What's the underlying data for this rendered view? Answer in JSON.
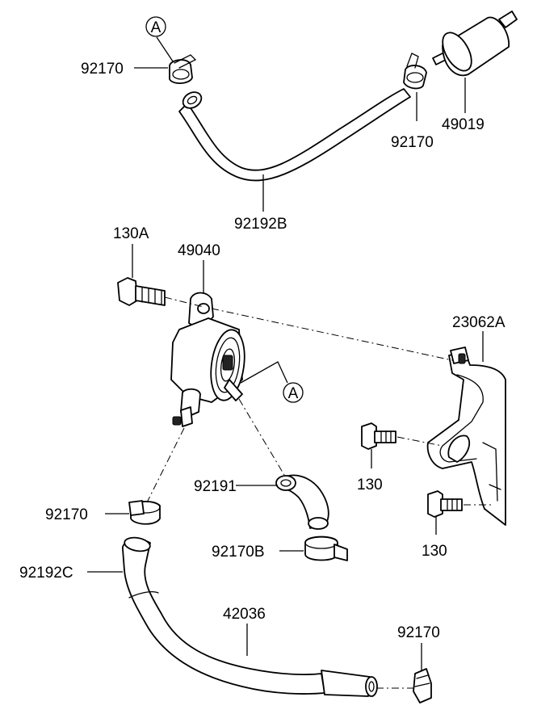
{
  "labels": {
    "clamp_top_left": "92170",
    "ref_a_top": "A",
    "filter_clamp": "92170",
    "fuel_filter": "49019",
    "hose_upper": "92192B",
    "bolt_pump": "130A",
    "fuel_pump": "49040",
    "bracket": "23062A",
    "ref_a_pump": "A",
    "bolt_bracket_upper": "130",
    "bolt_bracket_lower": "130",
    "elbow_hose": "92191",
    "clamp_left_mid": "92170",
    "clamp_elbow": "92170B",
    "hose_lower_left": "92192C",
    "hose_bottom": "42036",
    "clamp_bottom_right": "92170"
  }
}
